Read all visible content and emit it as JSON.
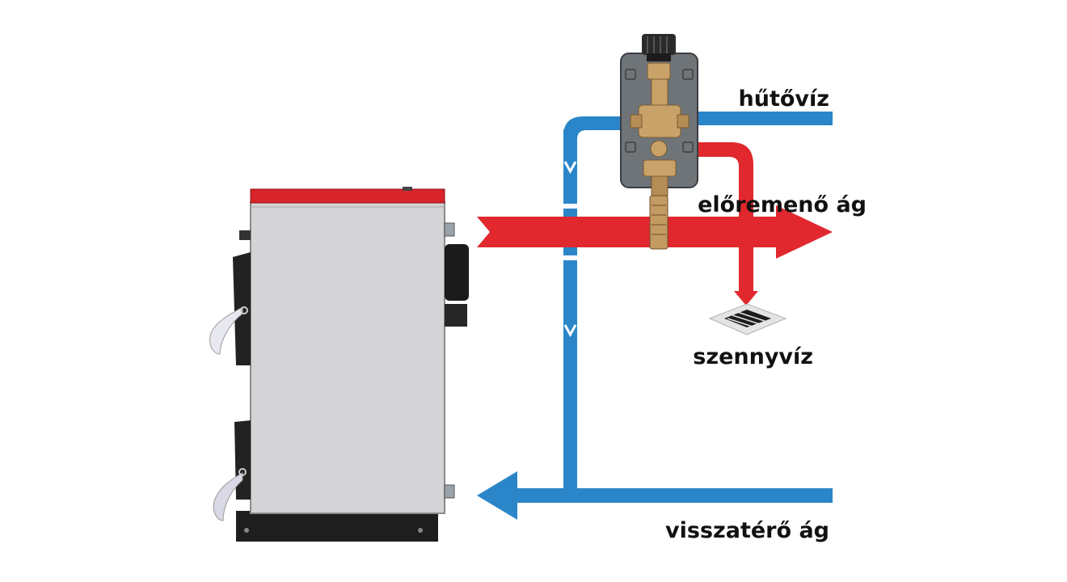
{
  "labels": {
    "cold_water": "hűtővíz",
    "flow": "előremenő ág",
    "waste": "szennyvíz",
    "return": "visszatérő ág"
  },
  "colors": {
    "cold_pipe": "#2a86c8",
    "hot_pipe": "#e0282e",
    "boiler_body": "#d4d4d6",
    "boiler_top": "#d8232a",
    "dark": "#222222",
    "valve_brass": "#c9a26a",
    "valve_housing": "#6f7478"
  },
  "icons": {
    "boiler": "boiler-icon",
    "valve": "thermal-safety-valve-icon",
    "drain": "floor-drain-icon"
  }
}
